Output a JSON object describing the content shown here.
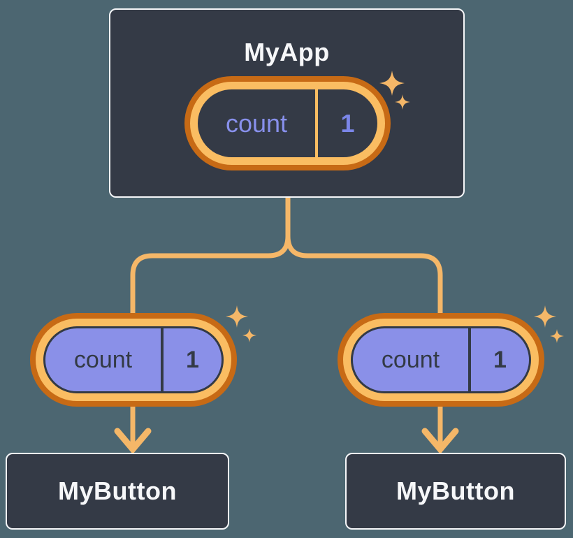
{
  "diagram": {
    "root": {
      "title": "MyApp",
      "state": {
        "name": "count",
        "value": "1"
      }
    },
    "children": [
      {
        "title": "MyButton",
        "state": {
          "name": "count",
          "value": "1"
        }
      },
      {
        "title": "MyButton",
        "state": {
          "name": "count",
          "value": "1"
        }
      }
    ]
  },
  "icons": {
    "sparkle": "four-point-star"
  },
  "colors": {
    "background": "#4C6671",
    "component_fill": "#343A46",
    "component_border": "#F6F7F9",
    "title_text": "#F6F7F9",
    "pill_outer_ring": "#C76A15",
    "pill_inner_ring": "#FABD62",
    "connector": "#F5B768",
    "state_fill_purple": "#8A90E8",
    "state_text_on_dark": "#8890EC",
    "state_value_on_dark": "#7B86E9",
    "state_text_on_purple": "#333A45"
  }
}
